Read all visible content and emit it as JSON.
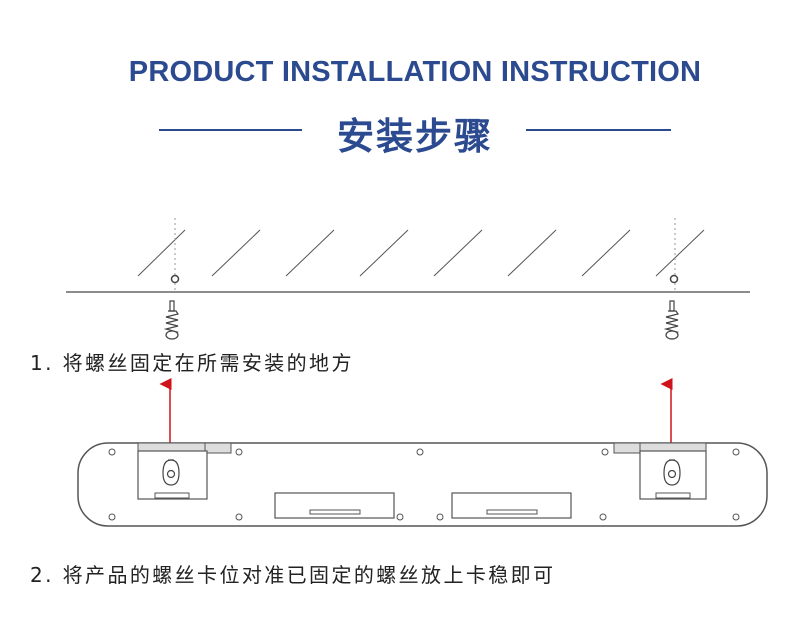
{
  "header": {
    "title_en": "PRODUCT INSTALLATION INSTRUCTION",
    "title_cn": "安装步骤"
  },
  "steps": [
    {
      "text": "1. 将螺丝固定在所需安装的地方"
    },
    {
      "text": "2. 将产品的螺丝卡位对准已固定的螺丝放上卡稳即可"
    }
  ],
  "colors": {
    "title": "#2b4a8f",
    "arrow": "#d0121b",
    "line": "#555555"
  },
  "icons": [
    "screw-icon",
    "screw-icon",
    "up-arrow-icon",
    "up-arrow-icon"
  ]
}
